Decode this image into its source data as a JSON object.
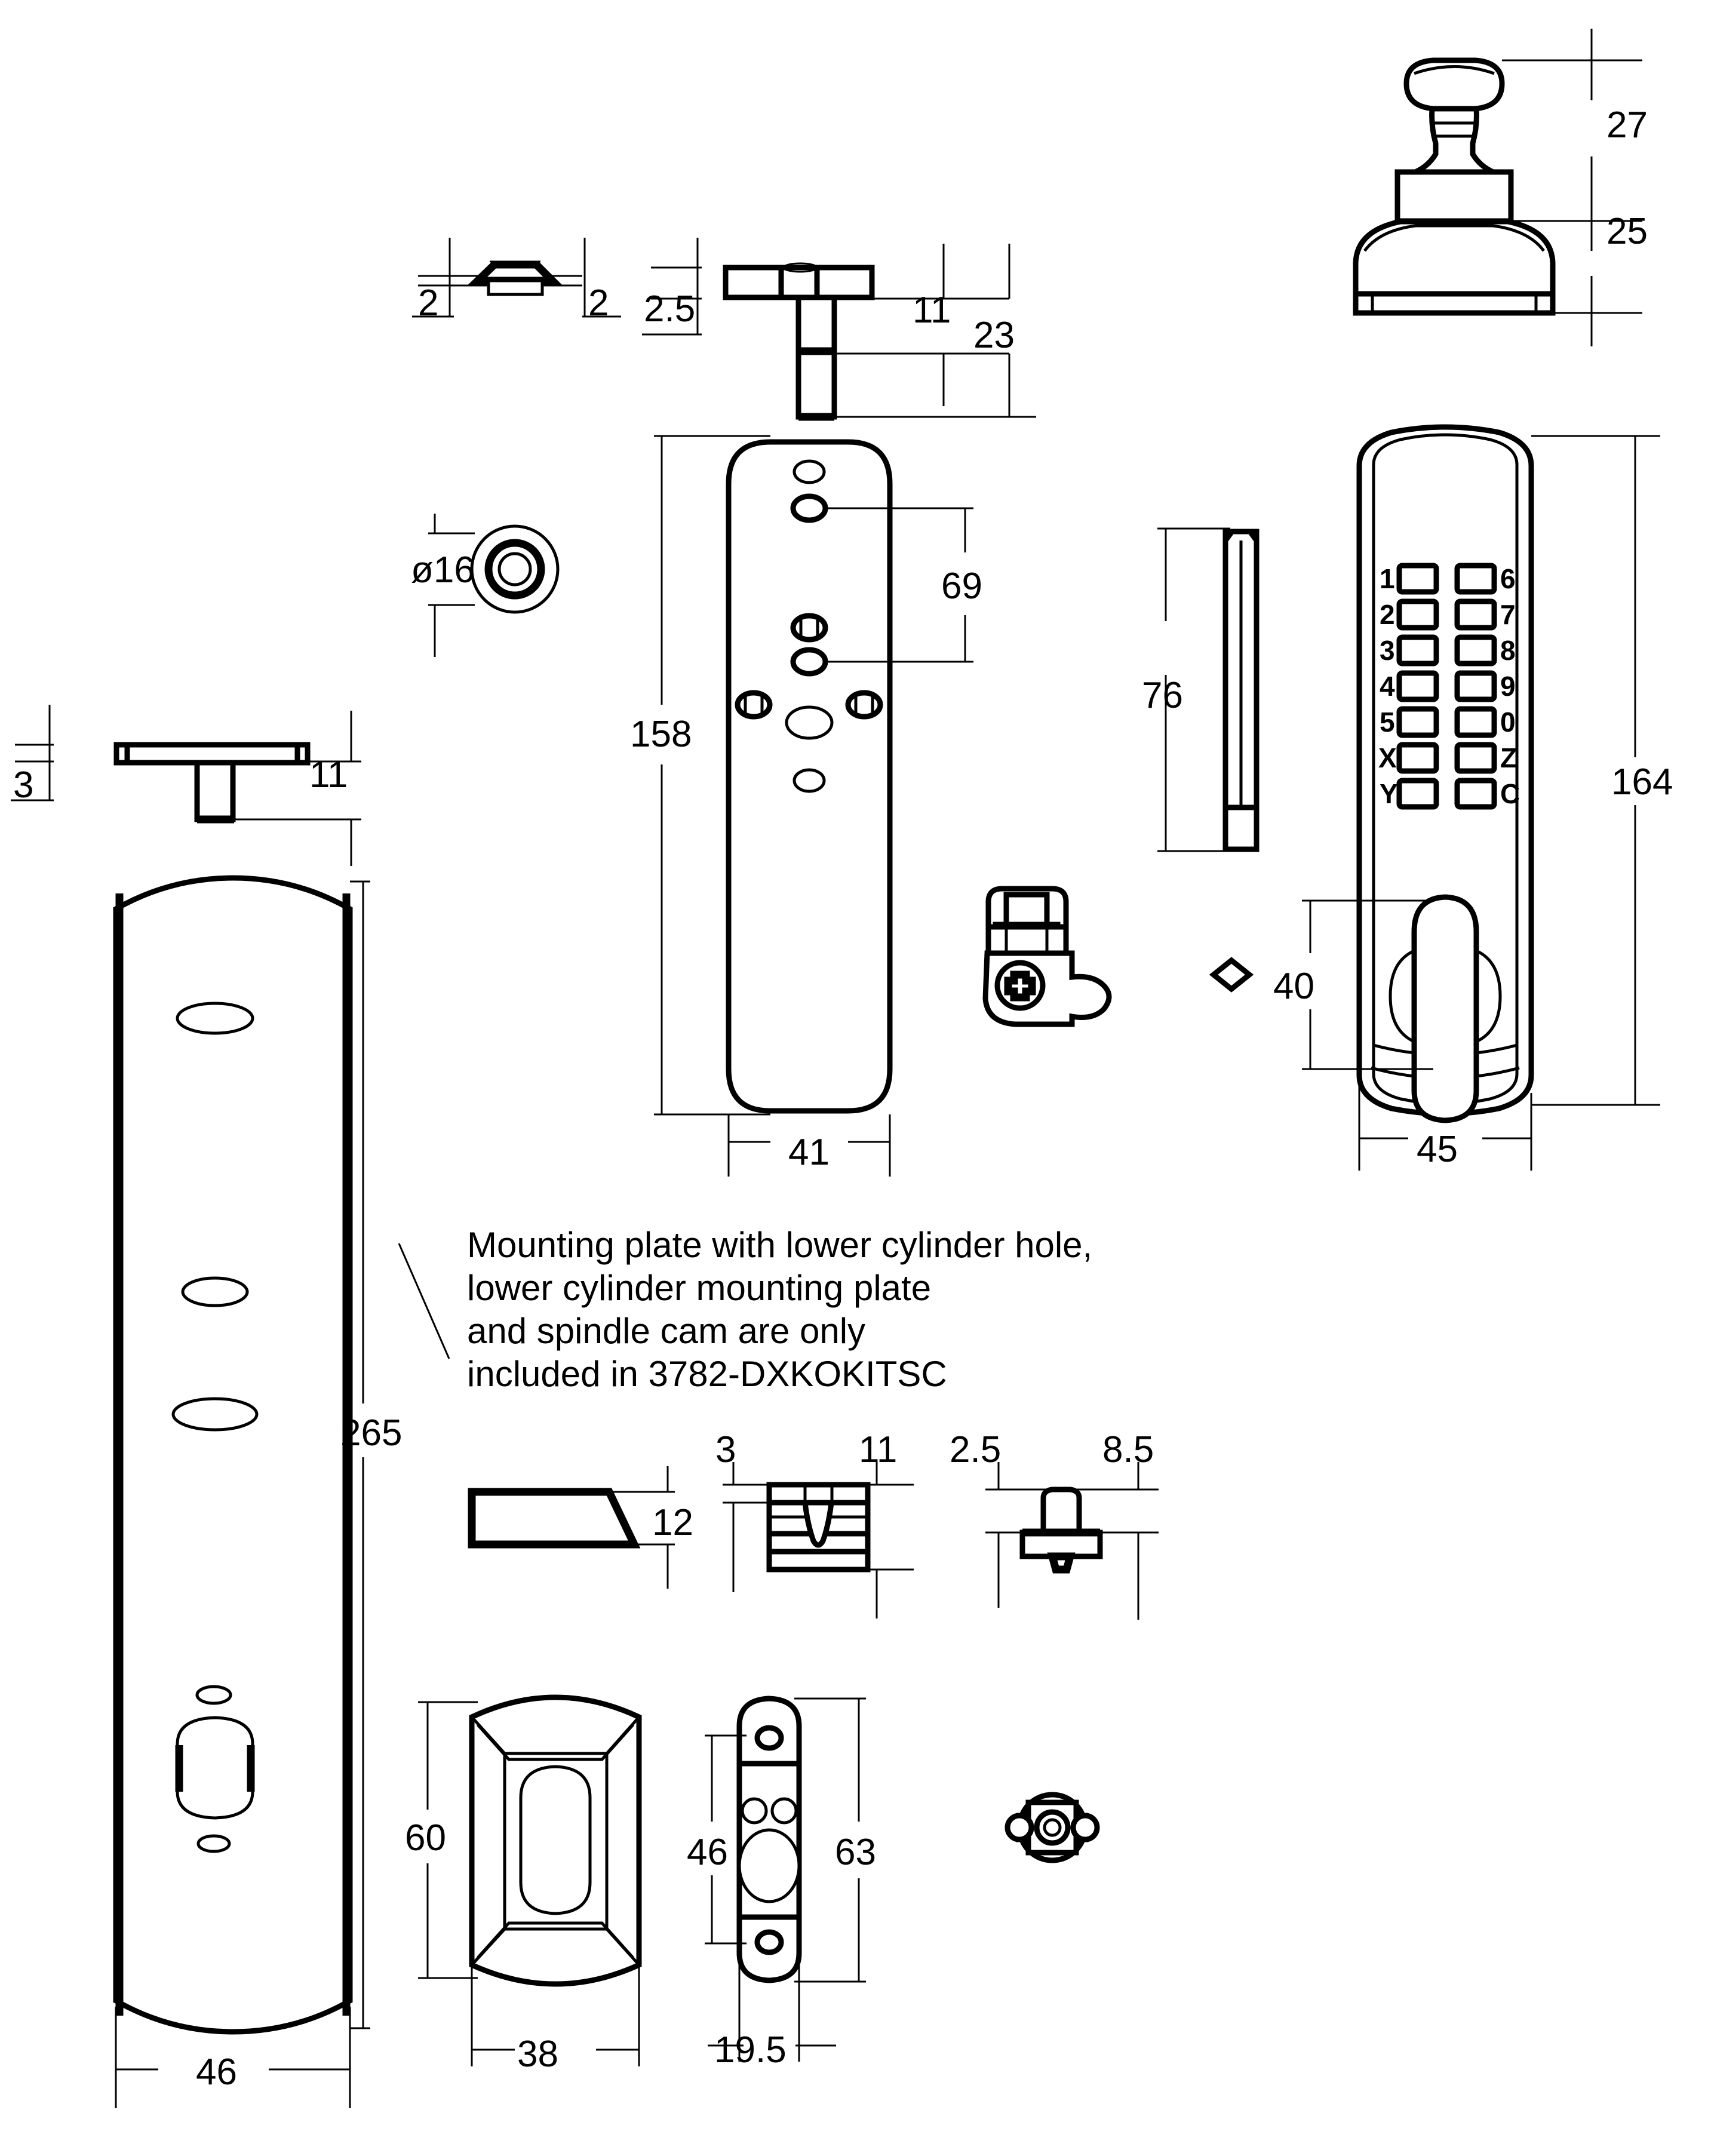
{
  "sheet": {
    "title": "Mechanical digital lock exploded assembly drawing",
    "units": "mm",
    "line_color": "#000000",
    "background_color": "#ffffff"
  },
  "note": {
    "name": "kit-inclusion-note",
    "lines": [
      "Mounting plate with lower cylinder hole,",
      "lower cylinder mounting plate",
      "and spindle cam are only",
      "included in 3782-DXKOKITSC"
    ],
    "part_number": "3782-DXKOKITSC"
  },
  "keypad": {
    "name": "keypad-escutcheon",
    "height_label": "164",
    "width_label": "45",
    "knob_offset_label": "40",
    "rows": [
      {
        "left": "1",
        "right": "6"
      },
      {
        "left": "2",
        "right": "7"
      },
      {
        "left": "3",
        "right": "8"
      },
      {
        "left": "4",
        "right": "9"
      },
      {
        "left": "5",
        "right": "0"
      },
      {
        "left": "X",
        "right": "Z"
      },
      {
        "left": "Y",
        "right": "C"
      }
    ]
  },
  "dimensions": {
    "washer_left": "2",
    "washer_right": "2",
    "spindle_head_thickness": "2.5",
    "spindle_shaft_step": "11",
    "spindle_total_length": "23",
    "knob_top_height": "27",
    "knob_base_height": "25",
    "rosette_diameter": "ø16",
    "left_spindle_thickness": "3",
    "left_spindle_length": "11",
    "mounting_plate_height": "158",
    "mounting_plate_width": "41",
    "mounting_plate_hole_spacing": "69",
    "bar_length": "76",
    "keypad_height": "164",
    "keypad_width": "45",
    "keypad_knob_offset": "40",
    "backplate_height": "265",
    "backplate_width": "46",
    "wedge_height": "12",
    "clip_left": "3",
    "clip_right": "11",
    "pin_left": "2.5",
    "pin_right": "8.5",
    "escutcheon_height": "60",
    "escutcheon_width": "38",
    "cylinder_plate_inner": "46",
    "cylinder_plate_outer": "63",
    "cylinder_plate_width": "19.5"
  },
  "parts": [
    {
      "id": "washer",
      "name": "flat-washer-section",
      "dims": [
        "2",
        "2"
      ]
    },
    {
      "id": "spindle-top",
      "name": "spindle-with-head-section",
      "dims": [
        "2.5",
        "11",
        "23"
      ]
    },
    {
      "id": "thumbturn-knob",
      "name": "thumbturn-knob-elevation",
      "dims": [
        "27",
        "25"
      ]
    },
    {
      "id": "rosette",
      "name": "rosette-plan",
      "dims": [
        "ø16"
      ]
    },
    {
      "id": "spindle-left",
      "name": "spindle-plate-section",
      "dims": [
        "3",
        "11"
      ]
    },
    {
      "id": "mounting-plate",
      "name": "mounting-plate-plan",
      "dims": [
        "158",
        "41",
        "69"
      ]
    },
    {
      "id": "spindle-bar",
      "name": "square-spindle-bar",
      "dims": [
        "76"
      ]
    },
    {
      "id": "spindle-cam",
      "name": "spindle-cam-assembly",
      "dims": []
    },
    {
      "id": "spindle-section",
      "name": "square-spindle-cross-section",
      "dims": []
    },
    {
      "id": "keypad",
      "name": "keypad-escutcheon-front",
      "dims": [
        "164",
        "45",
        "40"
      ]
    },
    {
      "id": "backplate",
      "name": "rear-backplate-plan",
      "dims": [
        "265",
        "46"
      ]
    },
    {
      "id": "wedge",
      "name": "wedge-gasket-section",
      "dims": [
        "12"
      ]
    },
    {
      "id": "clip",
      "name": "retaining-clip-section",
      "dims": [
        "3",
        "11"
      ]
    },
    {
      "id": "pin",
      "name": "drive-pin-section",
      "dims": [
        "2.5",
        "8.5"
      ]
    },
    {
      "id": "escutcheon-cover",
      "name": "lower-cylinder-cover-plan",
      "dims": [
        "60",
        "38"
      ]
    },
    {
      "id": "cylinder-plate",
      "name": "lower-cylinder-mounting-plate",
      "dims": [
        "46",
        "63",
        "19.5"
      ]
    },
    {
      "id": "cam-rosette",
      "name": "cam-rosette-plan",
      "dims": []
    }
  ]
}
